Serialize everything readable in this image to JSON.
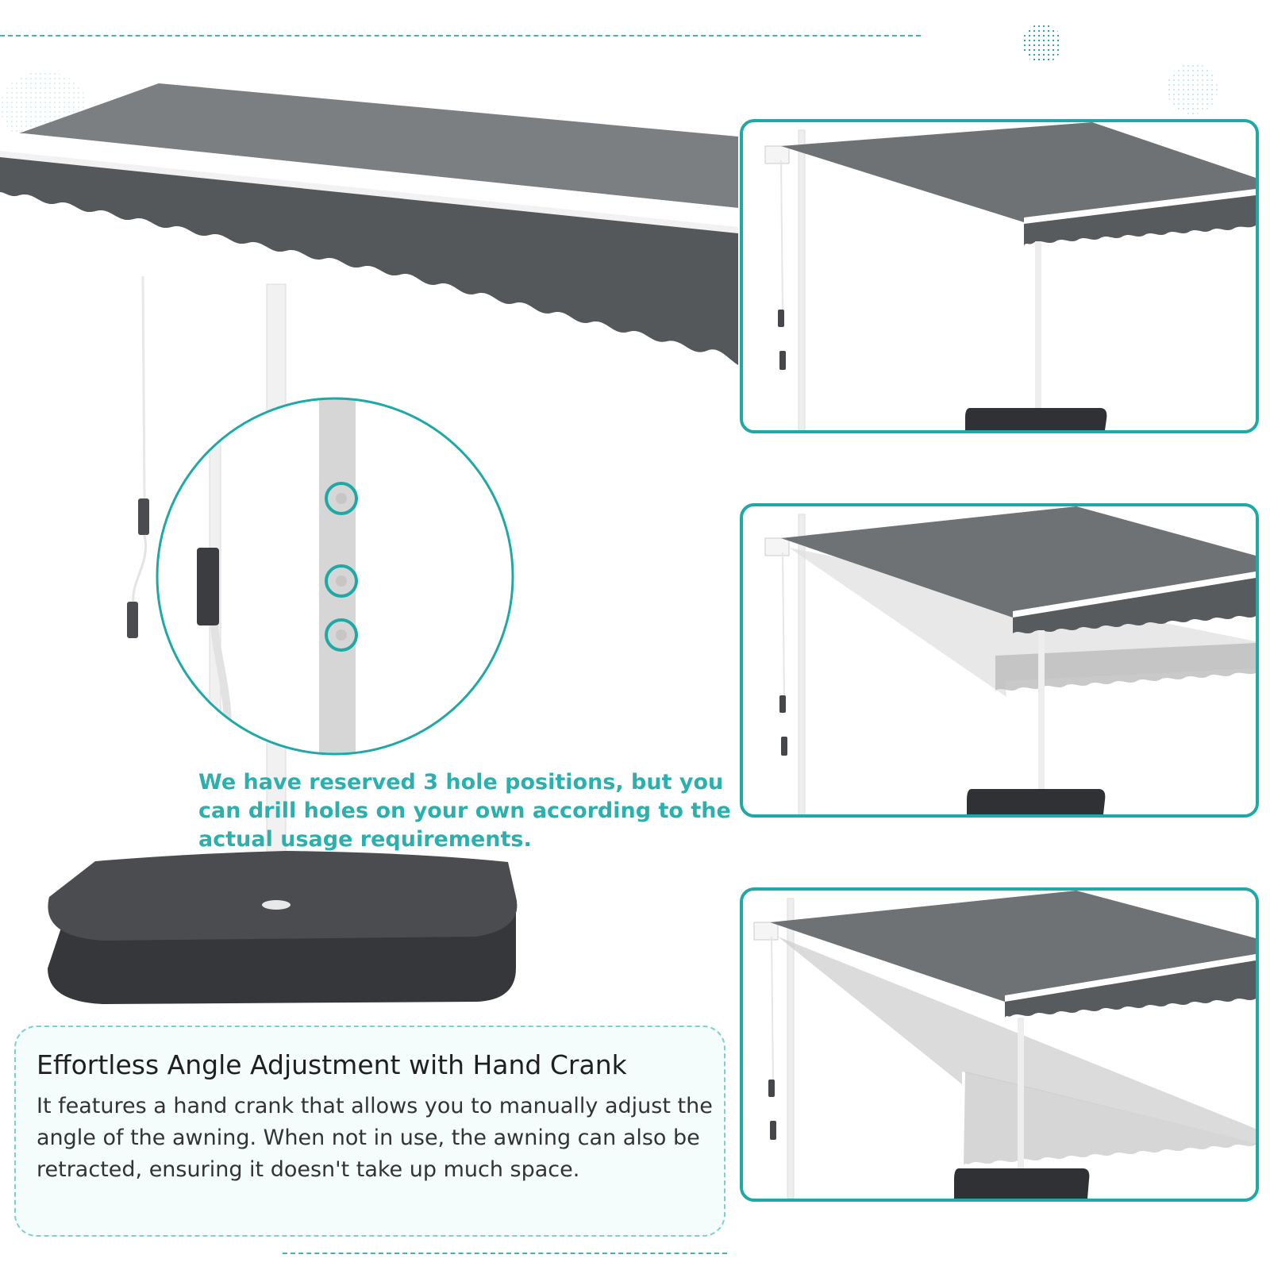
{
  "zoom_note": "We have reserved 3 hole positions, but you can drill holes on your own according to the actual usage requirements.",
  "feature": {
    "title": "Effortless Angle Adjustment with Hand Crank",
    "description": "It features a hand crank that allows you to manually adjust the angle of the awning. When not in use, the awning can also be retracted, ensuring it doesn't take up much space."
  },
  "colors": {
    "accent": "#1fa9a6",
    "awning_fabric": "#6f7275",
    "base": "#3a3c3f"
  },
  "angle_panels": [
    {
      "position": "top",
      "awning": "fully extended"
    },
    {
      "position": "middle",
      "awning": "slightly tilted"
    },
    {
      "position": "bottom",
      "awning": "steeply tilted"
    }
  ]
}
